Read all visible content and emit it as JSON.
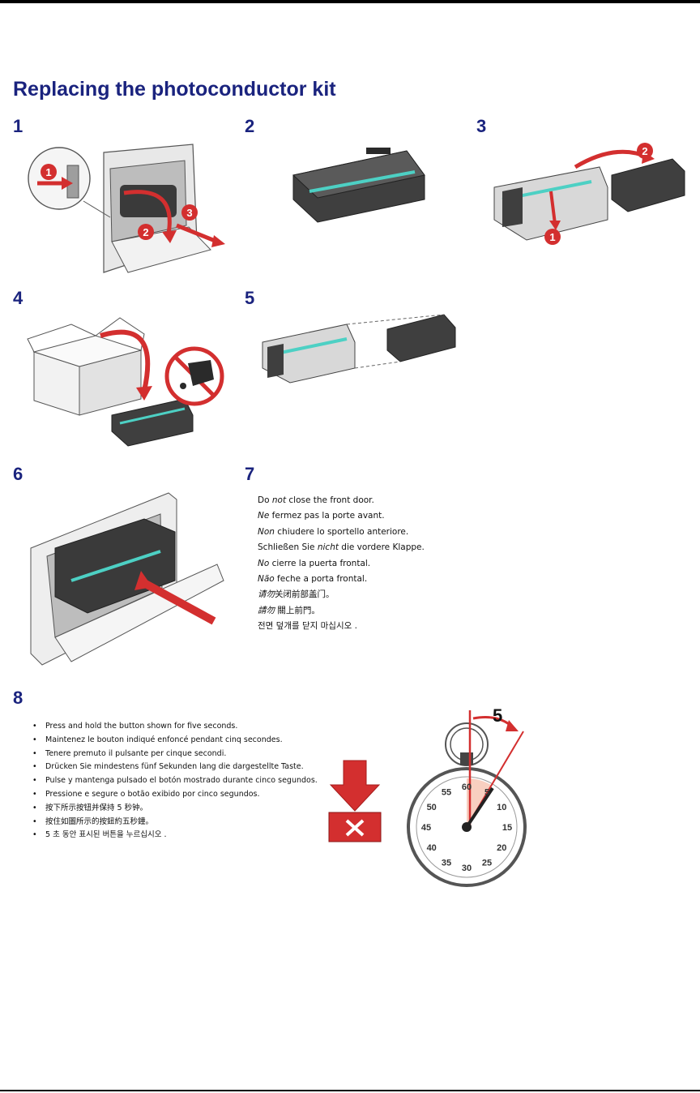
{
  "title": "Replacing the photoconductor kit",
  "steps": [
    {
      "number": "1"
    },
    {
      "number": "2"
    },
    {
      "number": "3"
    },
    {
      "number": "4"
    },
    {
      "number": "5"
    },
    {
      "number": "6"
    },
    {
      "number": "7"
    },
    {
      "number": "8"
    }
  ],
  "step7": {
    "lines": [
      {
        "before": "Do ",
        "em": "not",
        "after": " close the front door."
      },
      {
        "before": "",
        "em": "Ne",
        "after": " fermez pas la porte avant."
      },
      {
        "before": "",
        "em": "Non",
        "after": " chiudere lo sportello anteriore."
      },
      {
        "before": "Schließen Sie ",
        "em": "nicht",
        "after": " die vordere Klappe."
      },
      {
        "before": "",
        "em": "No",
        "after": " cierre la puerta frontal."
      },
      {
        "before": "",
        "em": "Não",
        "after": " feche a porta frontal."
      },
      {
        "before": "",
        "em": "请勿",
        "after": "关闭前部盖门。"
      },
      {
        "before": "",
        "em": "請勿",
        "after": " 關上前門。"
      },
      {
        "before": "전면 덮개를 닫지 마십시오 .",
        "em": "",
        "after": ""
      }
    ]
  },
  "step8": {
    "bullets": [
      "Press and hold the button shown for five seconds.",
      "Maintenez le bouton indiqué enfoncé pendant cinq secondes.",
      "Tenere premuto il pulsante per cinque secondi.",
      "Drücken Sie mindestens fünf Sekunden lang die dargestellte Taste.",
      "Pulse y mantenga pulsado el botón mostrado durante cinco segundos.",
      "Pressione e segure o botão exibido por cinco segundos.",
      "按下所示按钮并保持 5 秒钟。",
      "按住如圖所示的按鈕約五秒鐘。",
      "5 초 동안 표시된 버튼을 누르십시오 ."
    ],
    "timer_label": "5",
    "dial_numbers": [
      "60",
      "5",
      "10",
      "15",
      "20",
      "25",
      "30",
      "35",
      "40",
      "45",
      "50",
      "55"
    ]
  },
  "callouts": {
    "one": "1",
    "two": "2",
    "three": "3"
  },
  "colors": {
    "heading": "#1a237e",
    "accent_red": "#d32f2f"
  }
}
